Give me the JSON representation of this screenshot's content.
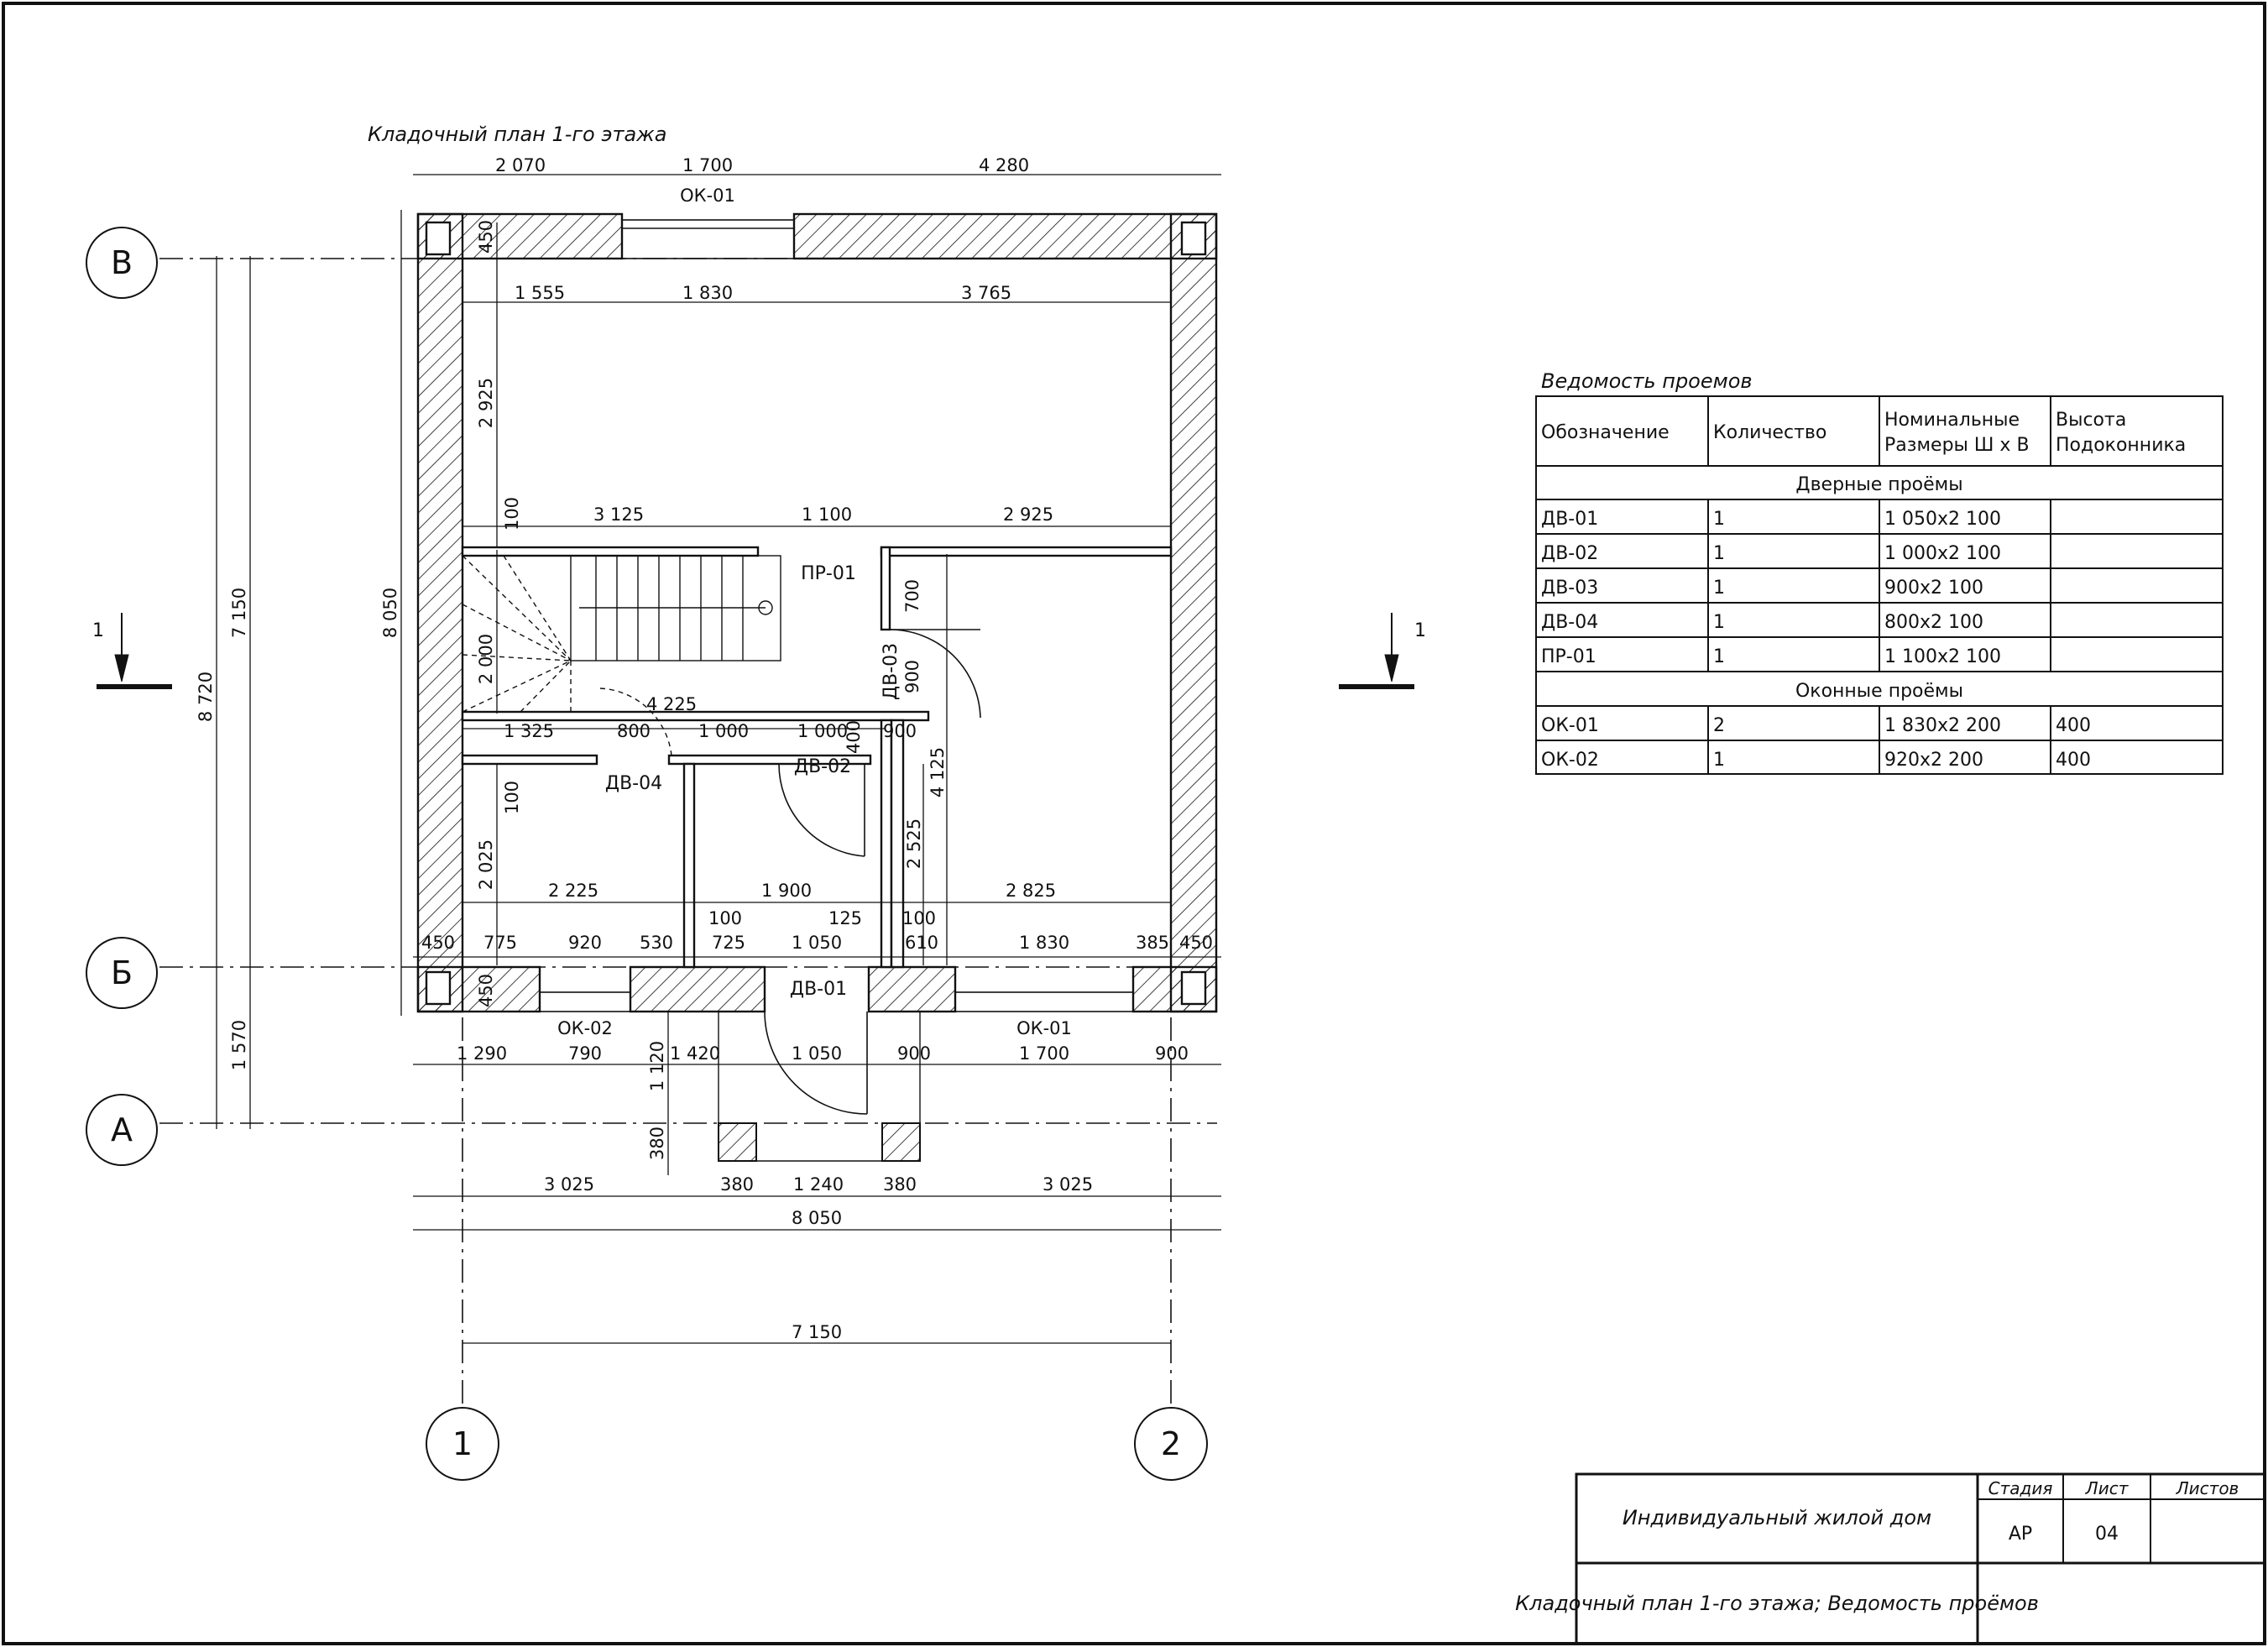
{
  "plan": {
    "title": "Кладочный план 1-го этажа",
    "axes": {
      "v1": "1",
      "v2": "2",
      "hA": "А",
      "hB": "Б",
      "hV": "В"
    },
    "section_marks": {
      "left": "1",
      "right": "1"
    },
    "top_dims": [
      "2 070",
      "1 700",
      "4 280"
    ],
    "top_window": "ОК-01",
    "room_top_dims": [
      "1 555",
      "1 830",
      "3 765"
    ],
    "mid_dims": [
      "3 125",
      "1 100",
      "2 925"
    ],
    "corridor_dims": [
      "1 325",
      "800",
      "1 000",
      "1 000",
      "4 225"
    ],
    "small_dims": [
      "100",
      "100",
      "700",
      "900",
      "400",
      "100",
      "125",
      "100"
    ],
    "room_bottom_dims": [
      "2 225",
      "1 900",
      "2 825"
    ],
    "bottom_row_dims": [
      "450",
      "775",
      "920",
      "530",
      "725",
      "1 050",
      "610",
      "1 830",
      "385",
      "450"
    ],
    "under_dims": [
      "1 290",
      "790",
      "1 420",
      "1 050",
      "900",
      "1 700",
      "900"
    ],
    "porch_dims": [
      "3 025",
      "380",
      "1 240",
      "380",
      "3 025"
    ],
    "overall_width": "8 050",
    "axis_width": "7 150",
    "left_dims": {
      "outer": "8 720",
      "axis_vb": "7 150",
      "axis_ba": "1 570",
      "overall_h": "8 050"
    },
    "vertical_dims": [
      "450",
      "2 925",
      "2 000",
      "2 025",
      "450",
      "1 120",
      "380",
      "2 525",
      "4 125"
    ],
    "openings": {
      "pr01": "ПР-01",
      "dv01": "ДВ-01",
      "dv02": "ДВ-02",
      "dv03": "ДВ-03",
      "dv04": "ДВ-04",
      "ok01_bottom": "ОК-01",
      "ok02": "ОК-02"
    }
  },
  "schedule": {
    "title": "Ведомость проемов",
    "headers": [
      "Обозначение",
      "Количество",
      "Номинальные",
      "Размеры  Ш х В",
      "Высота",
      "Подоконника"
    ],
    "group_doors": "Дверные проёмы",
    "group_windows": "Оконные проёмы",
    "doors": [
      [
        "ДВ-01",
        "1",
        "1 050х2 100",
        ""
      ],
      [
        "ДВ-02",
        "1",
        "1 000х2 100",
        ""
      ],
      [
        "ДВ-03",
        "1",
        "900х2 100",
        ""
      ],
      [
        "ДВ-04",
        "1",
        "800х2 100",
        ""
      ],
      [
        "ПР-01",
        "1",
        "1 100х2 100",
        ""
      ]
    ],
    "windows": [
      [
        "ОК-01",
        "2",
        "1 830х2 200",
        "400"
      ],
      [
        "ОК-02",
        "1",
        "920х2 200",
        "400"
      ]
    ]
  },
  "stamp": {
    "project": "Индивидуальный жилой дом",
    "sheet_title": "Кладочный план 1-го этажа; Ведомость проёмов",
    "stage_label": "Стадия",
    "sheet_label": "Лист",
    "sheets_label": "Листов",
    "stage": "АР",
    "sheet": "04"
  },
  "colors": {
    "line": "#111111",
    "background": "#ffffff"
  }
}
